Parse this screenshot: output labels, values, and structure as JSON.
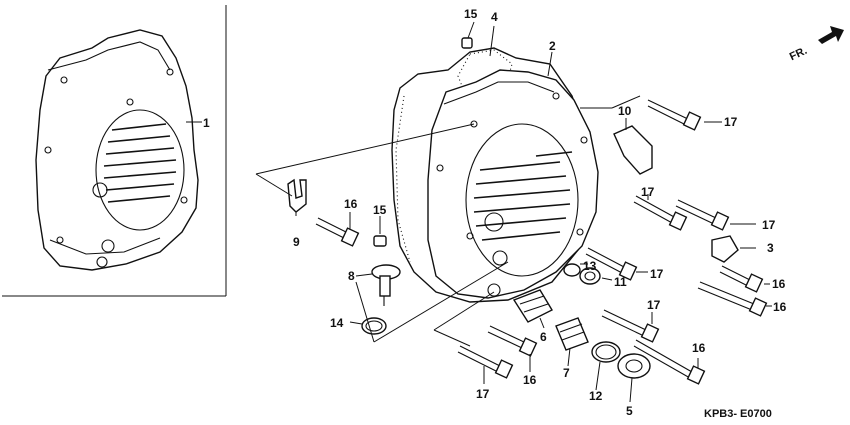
{
  "labels": {
    "p1": "1",
    "p2": "2",
    "p3": "3",
    "p4": "4",
    "p5": "5",
    "p6": "6",
    "p7": "7",
    "p8": "8",
    "p9": "9",
    "p10": "10",
    "p11": "11",
    "p12": "12",
    "p13": "13",
    "p14": "14",
    "p15a": "15",
    "p15b": "15",
    "p16a": "16",
    "p16b": "16",
    "p16c": "16",
    "p16d": "16",
    "p16e": "16",
    "p17a": "17",
    "p17b": "17",
    "p17c": "17",
    "p17d": "17",
    "p17e": "17",
    "p17f": "17"
  },
  "direction": "FR.",
  "diagram_code": "KPB3- E0700"
}
